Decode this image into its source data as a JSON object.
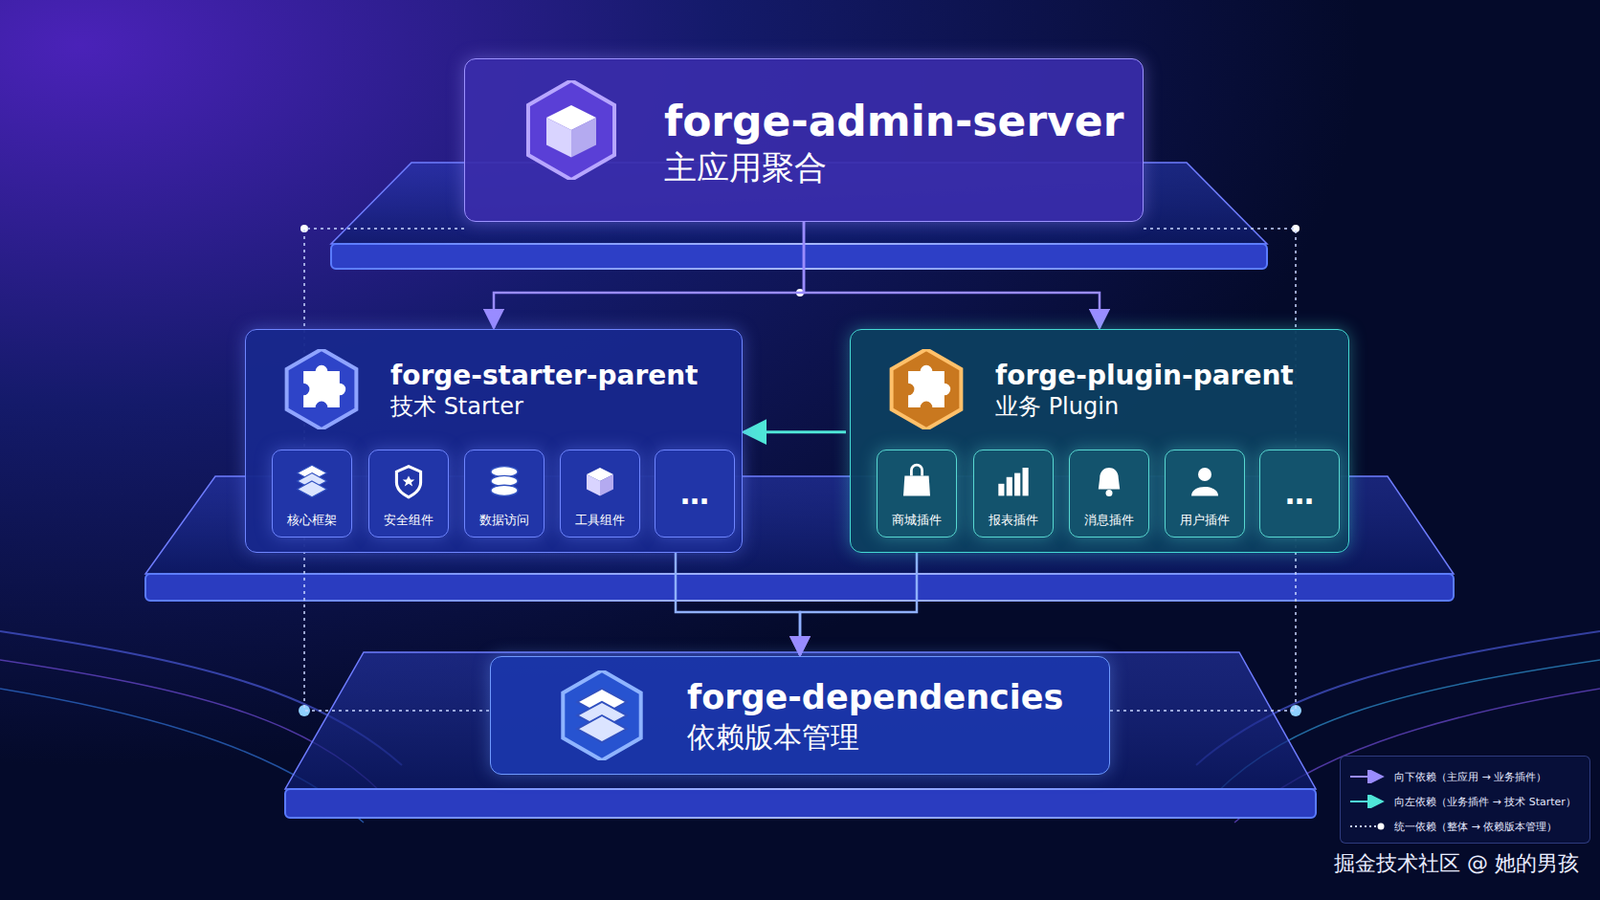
{
  "diagram": {
    "nodes": [
      {
        "text": [
          "forge-admin-server",
          "主应用聚合"
        ]
      },
      {
        "text": [
          "forge-starter-parent",
          "技术 Starter"
        ]
      },
      {
        "text": [
          "核心框架"
        ],
        "in": 1
      },
      {
        "text": [
          "安全组件"
        ],
        "in": 1
      },
      {
        "text": [
          "数据访问"
        ],
        "in": 1
      },
      {
        "text": [
          "工具组件"
        ],
        "in": 1
      },
      {
        "text": [
          "…"
        ],
        "in": 1
      },
      {
        "text": [
          "forge-plugin-parent",
          "业务 Plugin"
        ]
      },
      {
        "text": [
          "商城插件"
        ],
        "in": 7
      },
      {
        "text": [
          "报表插件"
        ],
        "in": 7
      },
      {
        "text": [
          "消息插件"
        ],
        "in": 7
      },
      {
        "text": [
          "用户插件"
        ],
        "in": 7
      },
      {
        "text": [
          "…"
        ],
        "in": 7
      },
      {
        "text": [
          "forge-dependencies",
          "依赖版本管理"
        ]
      }
    ],
    "edges": [
      {
        "from": 0,
        "to": 1,
        "arrow": "to"
      },
      {
        "from": 0,
        "to": 7,
        "arrow": "to"
      },
      {
        "from": 7,
        "to": 1,
        "arrow": "to"
      },
      {
        "from": 1,
        "to": 13,
        "arrow": "to"
      },
      {
        "from": 7,
        "to": 13,
        "arrow": "to"
      },
      {
        "from": 0,
        "to": 13,
        "arrow": "none"
      },
      {
        "from": 0,
        "to": 13,
        "arrow": "none"
      }
    ],
    "labels": [
      "掘金技术社区 @ 她的男孩"
    ],
    "legend": [
      {
        "text": "向下依赖（主应用 → 业务插件）"
      },
      {
        "text": "向左依赖（业务插件 → 技术 Starter）"
      },
      {
        "text": "统一依赖（整体 → 依赖版本管理）"
      }
    ]
  }
}
